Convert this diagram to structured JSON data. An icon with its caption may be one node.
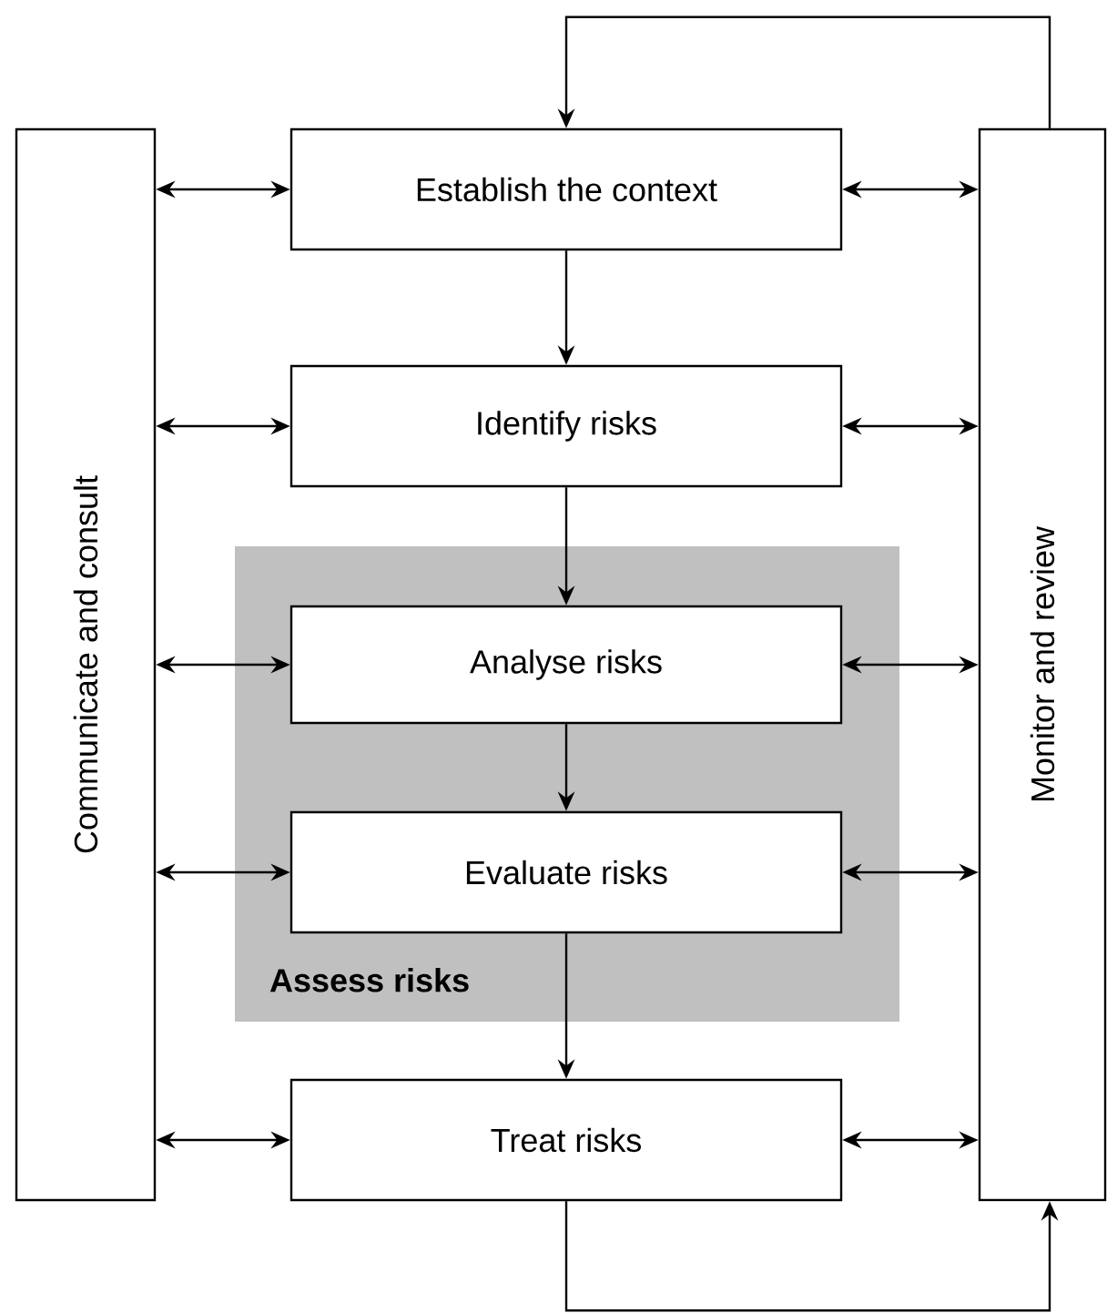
{
  "diagram": {
    "nodes": [
      {
        "text": [
          "Communicate and consult"
        ]
      },
      {
        "text": [
          "Establish the context"
        ]
      },
      {
        "text": [
          "Identify risks"
        ]
      },
      {
        "text": [
          "Assess risks"
        ]
      },
      {
        "text": [
          "Analyse risks"
        ],
        "in": 3
      },
      {
        "text": [
          "Evaluate risks"
        ],
        "in": 3
      },
      {
        "text": [
          "Treat risks"
        ]
      },
      {
        "text": [
          "Monitor and review"
        ]
      }
    ],
    "edges": [
      {
        "from": 0,
        "to": 1,
        "arrow": "both"
      },
      {
        "from": 0,
        "to": 2,
        "arrow": "both"
      },
      {
        "from": 0,
        "to": 4,
        "arrow": "both"
      },
      {
        "from": 0,
        "to": 5,
        "arrow": "both"
      },
      {
        "from": 0,
        "to": 6,
        "arrow": "both"
      },
      {
        "from": 1,
        "to": 7,
        "arrow": "both"
      },
      {
        "from": 2,
        "to": 7,
        "arrow": "both"
      },
      {
        "from": 4,
        "to": 7,
        "arrow": "both"
      },
      {
        "from": 5,
        "to": 7,
        "arrow": "both"
      },
      {
        "from": 6,
        "to": 7,
        "arrow": "both"
      },
      {
        "from": 1,
        "to": 2,
        "arrow": "to"
      },
      {
        "from": 2,
        "to": 4,
        "arrow": "to"
      },
      {
        "from": 4,
        "to": 5,
        "arrow": "to"
      },
      {
        "from": 5,
        "to": 6,
        "arrow": "to"
      },
      {
        "from": 6,
        "to": 7,
        "arrow": "to"
      },
      {
        "from": 7,
        "to": 1,
        "arrow": "to"
      }
    ]
  }
}
